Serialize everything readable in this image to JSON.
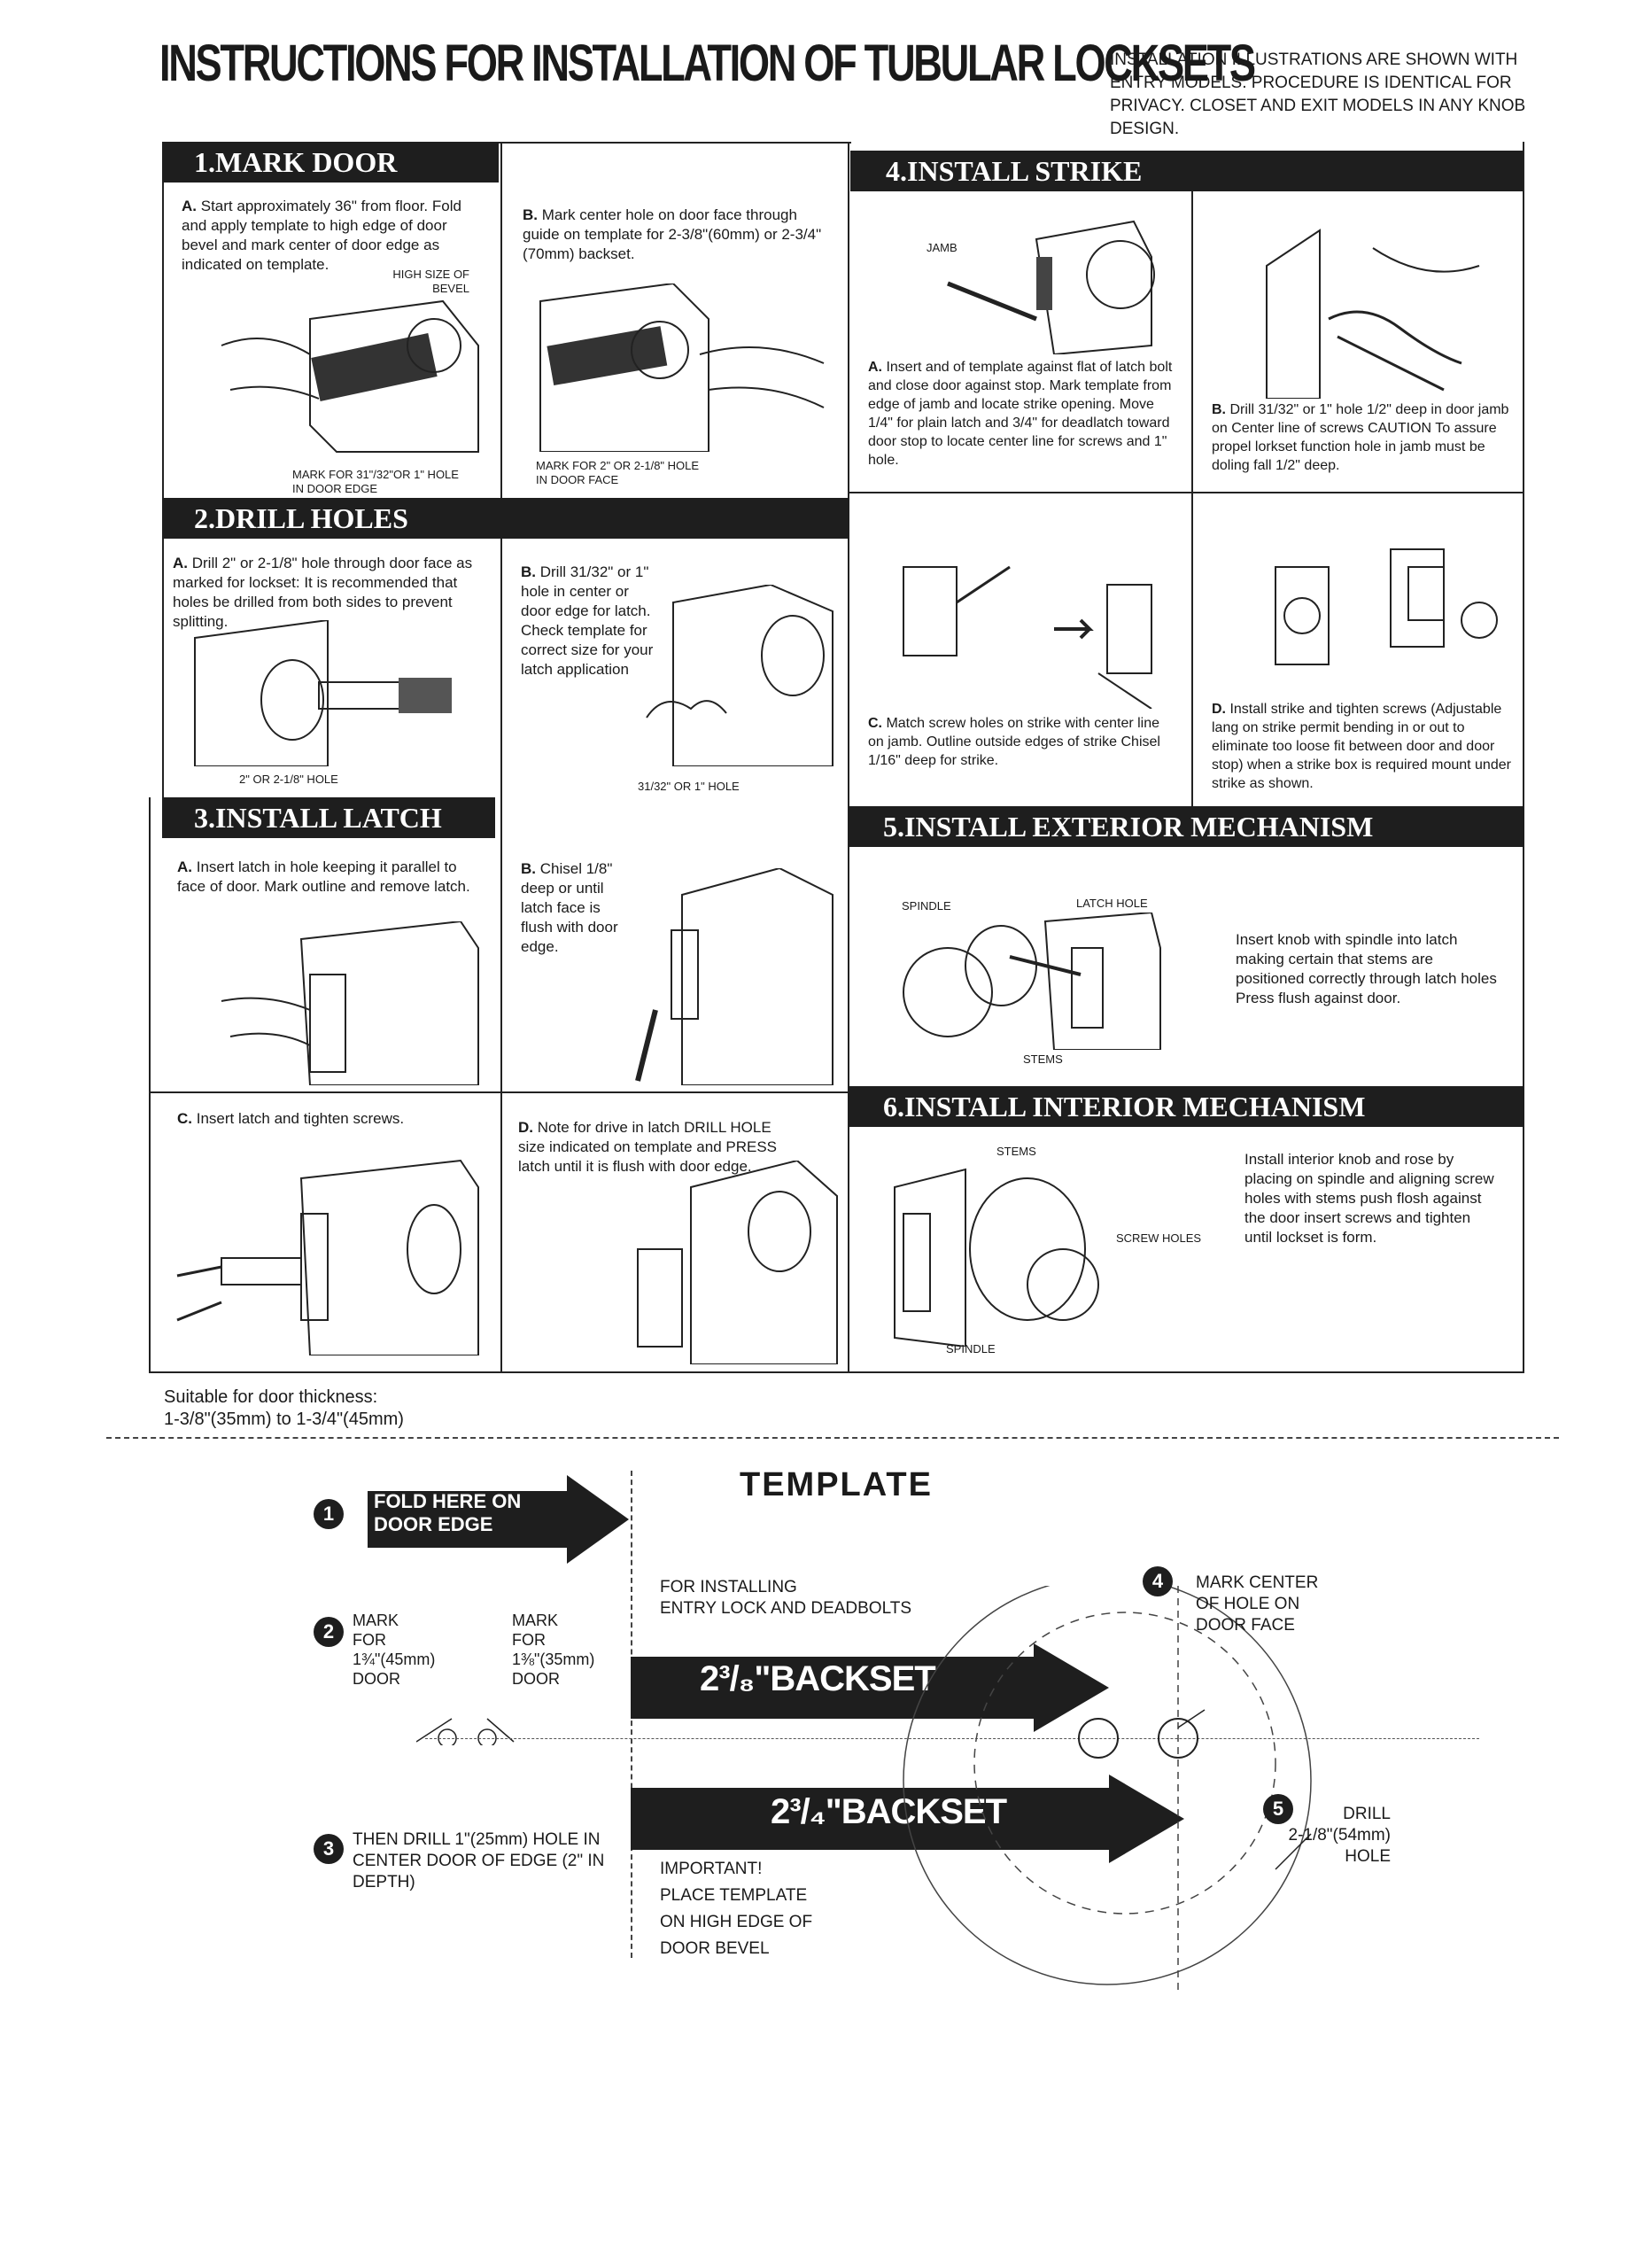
{
  "title": "INSTRUCTIONS FOR INSTALLATION OF TUBULAR LOCKSETS",
  "intro": "INSTALLATION ILLUSTRATIONS ARE SHOWN WITH ENTRY MODELS. PROCEDURE IS IDENTICAL FOR PRIVACY. CLOSET AND EXIT MODELS IN ANY KNOB DESIGN.",
  "sections": {
    "mark_door": {
      "title": "1.MARK DOOR",
      "a_label": "A.",
      "a_text": "Start approximately 36\" from floor. Fold and apply template to high edge of door bevel and mark center of door edge as indicated on template.",
      "a_callout": "HIGH SIZE OF BEVEL",
      "a_caption": "MARK FOR 31\"/32\"OR 1\" HOLE IN DOOR EDGE",
      "b_label": "B.",
      "b_text": "Mark center hole on door face through guide on template for 2-3/8\"(60mm) or 2-3/4\" (70mm) backset.",
      "b_caption": "MARK FOR 2\" OR 2-1/8\" HOLE IN DOOR FACE"
    },
    "drill_holes": {
      "title": "2.DRILL HOLES",
      "a_label": "A.",
      "a_text": "Drill 2\" or 2-1/8\" hole through door face as marked for lockset: It is recommended that holes be drilled from both sides to prevent splitting.",
      "a_caption": "2\" OR 2-1/8\" HOLE",
      "b_label": "B.",
      "b_text": "Drill 31/32\" or 1\" hole in center or door edge for latch. Check template for correct size for your latch application",
      "b_caption": "31/32\" OR 1\" HOLE"
    },
    "install_latch": {
      "title": "3.INSTALL LATCH",
      "a_label": "A.",
      "a_text": "Insert latch in hole keeping it parallel to face of door. Mark outline and remove latch.",
      "b_label": "B.",
      "b_text": "Chisel 1/8\" deep or until latch face is flush with door edge.",
      "c_label": "C.",
      "c_text": "Insert latch and tighten screws.",
      "d_label": "D.",
      "d_text": "Note for drive in latch DRILL HOLE size indicated on template and PRESS latch until it is flush with door edge."
    },
    "install_strike": {
      "title": "4.INSTALL STRIKE",
      "jamb": "JAMB",
      "a_label": "A.",
      "a_text": "Insert and of template against flat of latch bolt and close door against stop. Mark template from edge of jamb and locate strike opening. Move 1/4\" for plain latch and 3/4\" for deadlatch toward door stop to locate center line for screws and 1\" hole.",
      "b_label": "B.",
      "b_text": "Drill 31/32\" or 1\" hole 1/2\" deep in door jamb on Center line of screws CAUTION To assure propel lorkset function hole in jamb must be doling fall 1/2\" deep.",
      "c_label": "C.",
      "c_text": "Match screw holes on strike with center line on jamb. Outline outside edges of strike Chisel 1/16\" deep for strike.",
      "d_label": "D.",
      "d_text": "Install strike and tighten screws (Adjustable lang on strike permit bending in or out to eliminate too loose fit between door and door stop) when a strike box is required mount under strike as shown."
    },
    "exterior": {
      "title": "5.INSTALL EXTERIOR MECHANISM",
      "spindle": "SPINDLE",
      "latch_hole": "LATCH HOLE",
      "stems": "STEMS",
      "text": "Insert knob with spindle into latch making certain that stems are positioned correctly through latch holes Press flush against door."
    },
    "interior": {
      "title": "6.INSTALL INTERIOR MECHANISM",
      "stems": "STEMS",
      "screw_holes": "SCREW HOLES",
      "spindle": "SPINDLE",
      "text": "Install interior knob and rose by placing on spindle and aligning screw holes with stems push flosh against the door insert screws and tighten until lockset is form."
    }
  },
  "door_thickness": "Suitable for door thickness:\n1-3/8\"(35mm) to 1-3/4\"(45mm)",
  "template": {
    "title": "TEMPLATE",
    "step1_num": "1",
    "step1": "FOLD HERE ON DOOR EDGE",
    "step2_num": "2",
    "mark_45": "MARK\nFOR\n1¾\"(45mm)\nDOOR",
    "mark_35": "MARK\nFOR\n1⅜\"(35mm)\nDOOR",
    "step3_num": "3",
    "step3": "THEN DRILL 1\"(25mm) HOLE IN CENTER DOOR OF EDGE (2\" IN DEPTH)",
    "for_installing": "FOR INSTALLING\nENTRY LOCK AND DEADBOLTS",
    "backset1": "2³/₈\"BACKSET",
    "backset2": "2³/₄\"BACKSET",
    "important": "IMPORTANT!\nPLACE TEMPLATE\nON HIGH EDGE OF\nDOOR BEVEL",
    "step4_num": "4",
    "step4": "MARK CENTER\nOF HOLE ON\nDOOR FACE",
    "step5_num": "5",
    "step5": "DRILL\n2-1/8\"(54mm)\nHOLE"
  }
}
